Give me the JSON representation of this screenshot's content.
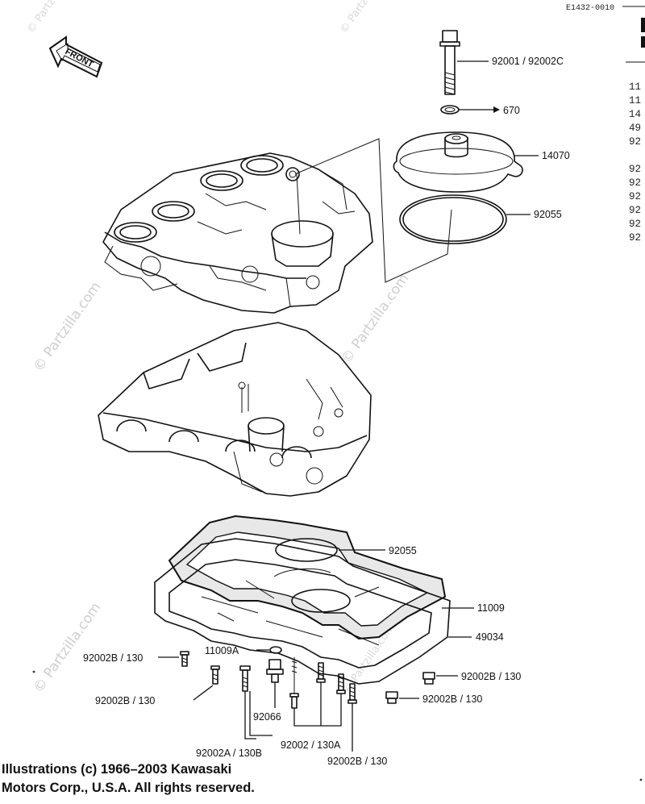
{
  "diagram_code": "E1432-0010",
  "front_label": "FRONT",
  "watermark": "© Partzilla.com",
  "callouts": {
    "c92001": "92001 / 92002C",
    "c670": "670",
    "c14070": "14070",
    "c92055_top": "92055",
    "c92055_mid": "92055",
    "c11009": "11009",
    "c49034": "49034",
    "c11009A": "11009A",
    "c92002B_left_top": "92002B / 130",
    "c92002B_left_mid": "92002B / 130",
    "c92002B_right_top": "92002B / 130",
    "c92002B_right_mid": "92002B / 130",
    "c92002B_bottom": "92002B / 130",
    "c92066": "92066",
    "c92002_130A": "92002 / 130A",
    "c92002A_130B": "92002A / 130B"
  },
  "edge_fragments": [
    "11",
    "11",
    "14",
    "49",
    "92",
    "92",
    "92",
    "92",
    "92",
    "92",
    "92"
  ],
  "copyright": {
    "line1": "Illustrations (c) 1966–2003 Kawasaki",
    "line2": "Motors Corp., U.S.A.  All rights reserved."
  }
}
